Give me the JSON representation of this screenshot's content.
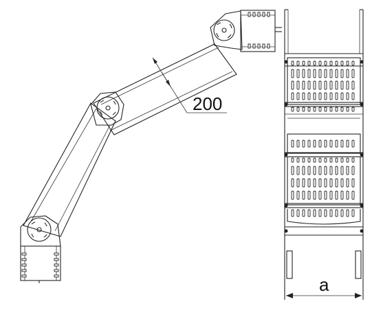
{
  "diagram": {
    "dimension_labels": {
      "width_value": "200",
      "width_symbol": "a"
    },
    "colors": {
      "line": "#222222",
      "background": "#ffffff"
    },
    "views": [
      "side-view-articulated-bend",
      "top-view-tray"
    ]
  }
}
